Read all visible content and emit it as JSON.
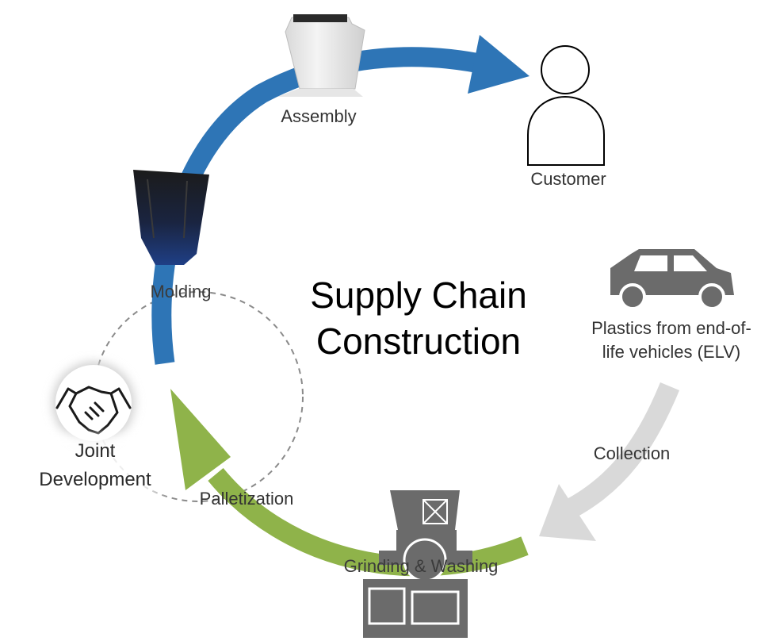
{
  "title": {
    "line1": "Supply Chain",
    "line2": "Construction"
  },
  "nodes": {
    "assembly": "Assembly",
    "customer": "Customer",
    "molding": "Molding",
    "elv_line1": "Plastics from end-of-",
    "elv_line2": "life vehicles (ELV)",
    "collection": "Collection",
    "grinding": "Grinding & Washing",
    "palletization": "Palletization",
    "joint_line1": "Joint",
    "joint_line2": "Development"
  },
  "colors": {
    "blue_arrow": "#2e75b6",
    "green_arrow": "#8fb34a",
    "gray_arrow": "#d9d9d9",
    "icon_gray": "#6b6b6b"
  },
  "icons": [
    "seat-shell-icon",
    "person-icon",
    "molded-part-icon",
    "car-icon",
    "grinder-machine-icon",
    "handshake-icon"
  ]
}
